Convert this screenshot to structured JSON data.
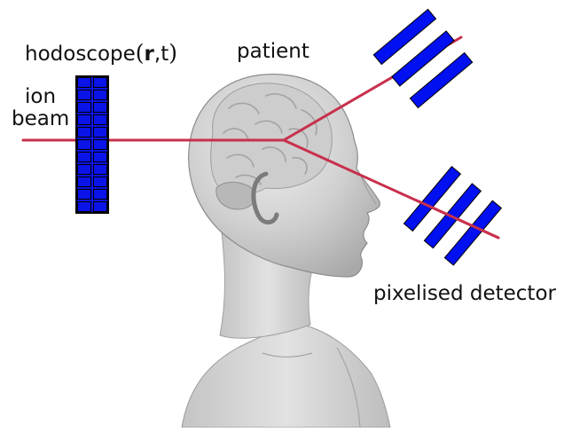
{
  "labels": {
    "hodoscope": "hodoscope",
    "paren_open": "(",
    "r": "r",
    "comma": ",",
    "t": "t",
    "paren_close": ")",
    "ion": "ion",
    "beam": "beam",
    "patient": "patient",
    "detector": "pixelised detector"
  },
  "colors": {
    "beam": "#c8304c",
    "detector_blue": "#0010f0",
    "hodoscope_blue": "#0a14e8",
    "outline": "#000000",
    "skin_light": "#e6e6e6",
    "skin_mid": "#bdbdbd",
    "brain": "#cfcfcf"
  },
  "icons": {
    "patient": "human-head-silhouette-icon",
    "hodoscope": "pixel-grid-icon",
    "detector": "striped-plate-icon"
  }
}
